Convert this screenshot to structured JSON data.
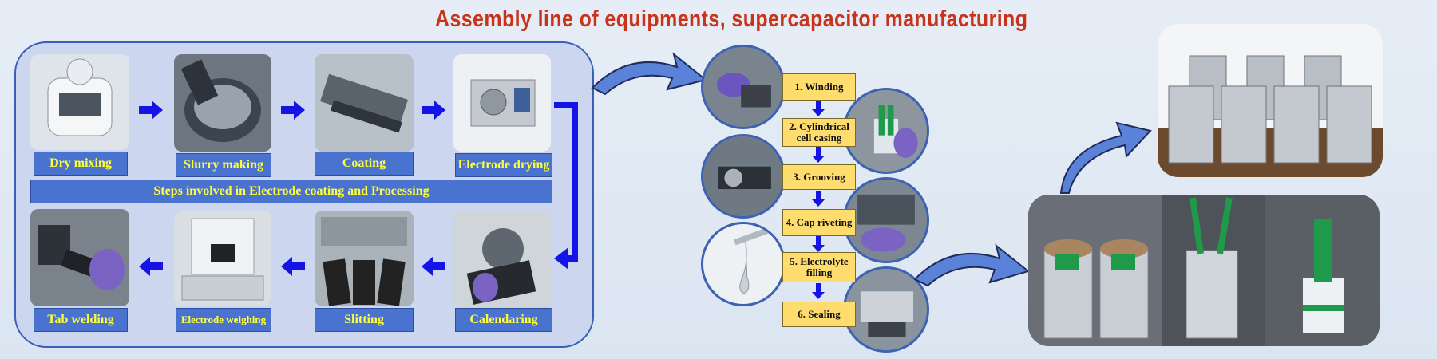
{
  "title": "Assembly line of equipments, supercapacitor manufacturing",
  "electrode_process": {
    "top_row": [
      "Dry mixing",
      "Slurry making",
      "Coating",
      "Electrode drying"
    ],
    "bottom_row": [
      "Tab welding",
      "Electrode weighing",
      "Slitting",
      "Calendaring"
    ],
    "bar_label": "Steps involved in Electrode coating and Processing"
  },
  "assembly_steps": [
    "1. Winding",
    "2. Cylindrical cell casing",
    "3. Grooving",
    "4. Cap riveting",
    "5. Electrolyte filling",
    "6. Sealing"
  ],
  "colors": {
    "title": "#c8331a",
    "label_bg": "#4a72cf",
    "label_text": "#ffff3a",
    "step_box": "#ffdc6e",
    "arrow": "#1414e6"
  }
}
